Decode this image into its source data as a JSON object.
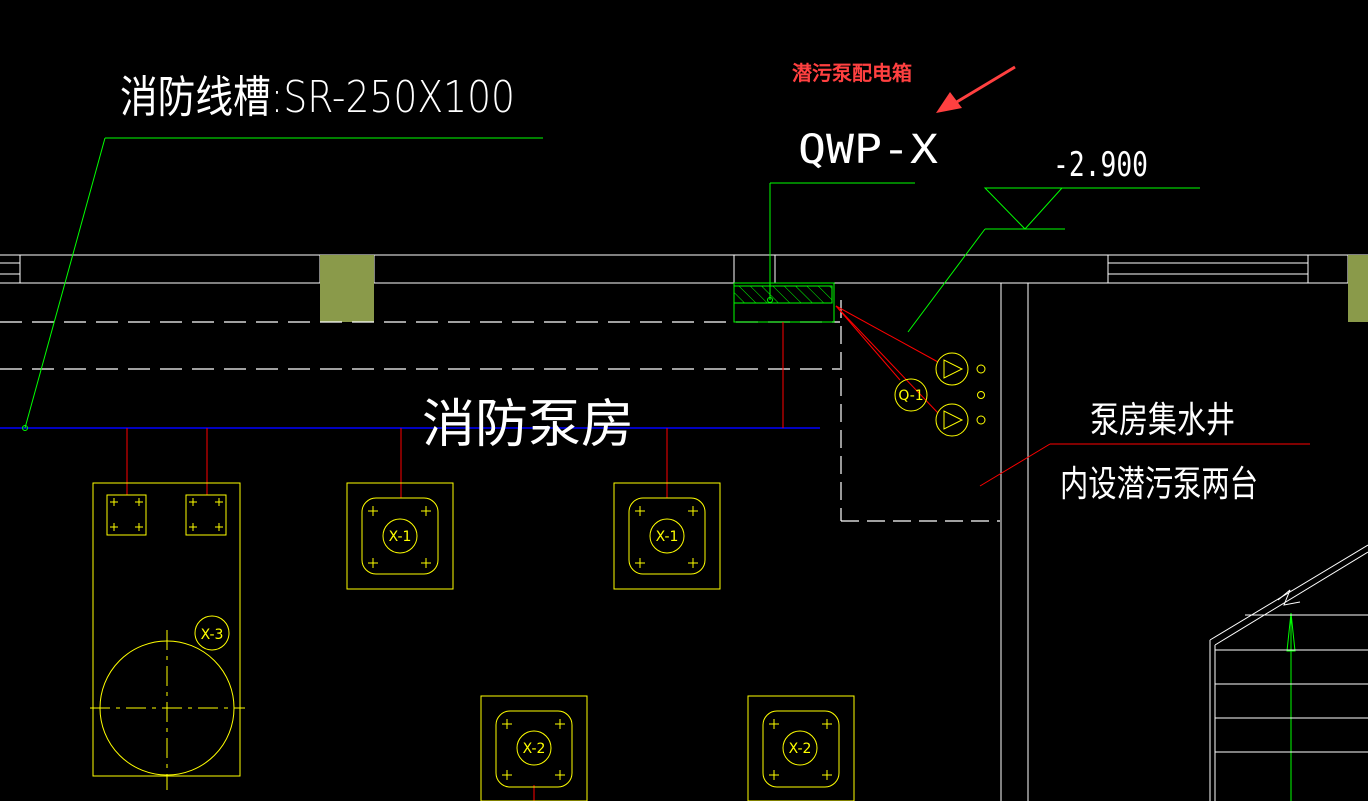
{
  "labels": {
    "fire_trunking": "消防线槽:SR-250X100",
    "annotation": "潜污泵配电箱",
    "panel_code": "QWP-X",
    "elevation": "-2.900",
    "room_name": "消防泵房",
    "sump_line1": "泵房集水井",
    "sump_line2": "内设潜污泵两台"
  },
  "equipment_tags": {
    "pump_control": "Q-1",
    "x1_a": "X-1",
    "x1_b": "X-1",
    "x2_a": "X-2",
    "x2_b": "X-2",
    "x3": "X-3"
  },
  "colors": {
    "background": "#000000",
    "text": "#ffffff",
    "equipment": "#ffff00",
    "leader": "#00ff00",
    "wiring": "#ff0000",
    "bus": "#0000ff",
    "column": "#8a9a4a",
    "annotation": "#ff4040"
  }
}
